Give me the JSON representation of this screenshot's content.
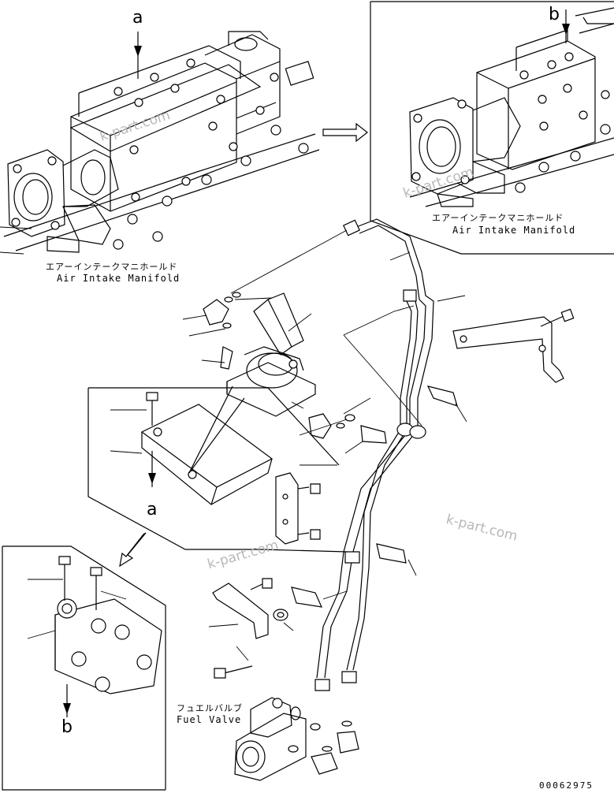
{
  "labels": {
    "manifold_left_jp": "エアーインテークマニホールド",
    "manifold_left_en": "Air Intake Manifold",
    "manifold_right_jp": "エアーインテークマニホールド",
    "manifold_right_en": "Air Intake Manifold",
    "fuel_valve_jp": "フュエルバルブ",
    "fuel_valve_en": "Fuel Valve",
    "ref_a_top": "a",
    "ref_a_mid": "a",
    "ref_b_top": "b",
    "ref_b_bottom": "b",
    "part_code": "00062975"
  },
  "watermarks": [
    "k-part.com",
    "k-part.com",
    "k-part.com",
    "k-part.com"
  ]
}
